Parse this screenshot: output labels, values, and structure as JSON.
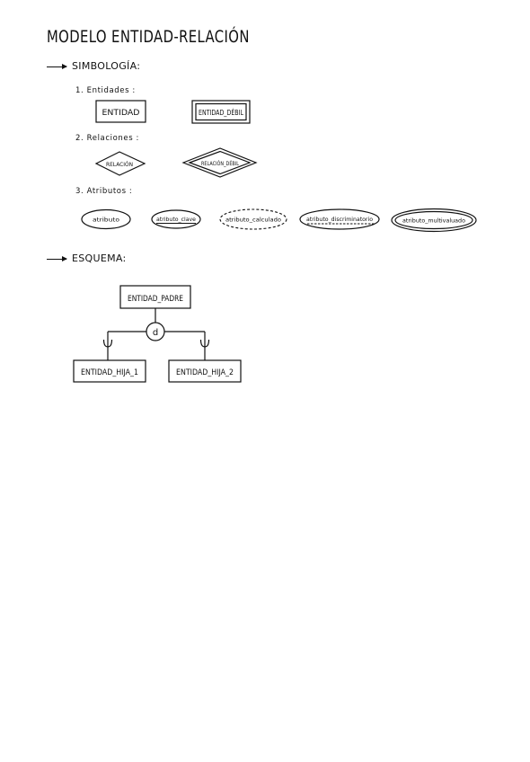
{
  "title": "Modelo Entidad-Relación",
  "symbology": {
    "heading": "Simbología:",
    "entities": {
      "label": "1. Entidades :",
      "strong": "ENTIDAD",
      "weak": "ENTIDAD_DÉBIL"
    },
    "relations": {
      "label": "2. Relaciones :",
      "strong": "RELACIÓN",
      "weak": "RELACIÓN_DÉBIL"
    },
    "attributes": {
      "label": "3. Atributos :",
      "simple": "atributo",
      "key": "atributo_clave",
      "derived": "atributo_calculado",
      "discriminator": "atributo_discriminatorio",
      "multivalued": "atributo_multivaluado"
    }
  },
  "schema": {
    "heading": "Esquema:",
    "parent": "ENTIDAD_PADRE",
    "specialization": "d",
    "child1": "ENTIDAD_HIJA_1",
    "child2": "ENTIDAD_HIJA_2"
  }
}
